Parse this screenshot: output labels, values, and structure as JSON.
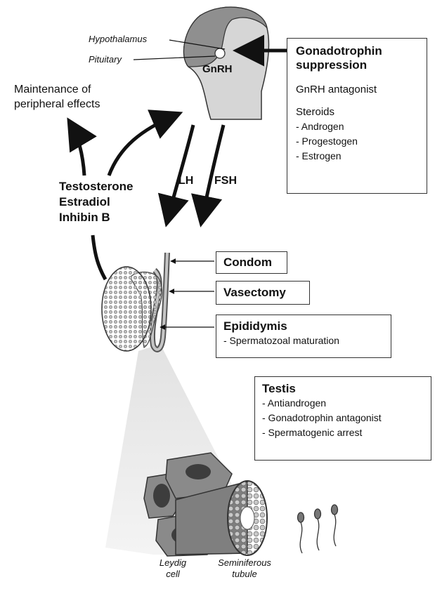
{
  "labels": {
    "hypothalamus": "Hypothalamus",
    "pituitary": "Pituitary",
    "gnrh": "GnRH",
    "peripheral": [
      "Maintenance of",
      "peripheral effects"
    ],
    "hormones": [
      "Testosterone",
      "Estradiol",
      "Inhibin B"
    ],
    "lh": "LH",
    "fsh": "FSH",
    "leydig": [
      "Leydig",
      "cell"
    ],
    "seminiferous": [
      "Seminiferous",
      "tubule"
    ]
  },
  "boxes": {
    "gonadotrophin": {
      "title": [
        "Gonadotrophin",
        "suppression"
      ],
      "antagonist": "GnRH antagonist",
      "steroids": "Steroids",
      "items": [
        "- Androgen",
        "- Progestogen",
        "- Estrogen"
      ]
    },
    "condom": {
      "title": "Condom"
    },
    "vasectomy": {
      "title": "Vasectomy"
    },
    "epididymis": {
      "title": "Epididymis",
      "items": [
        "- Spermatozoal maturation"
      ]
    },
    "testis": {
      "title": "Testis",
      "items": [
        "- Antiandrogen",
        "- Gonadotrophin antagonist",
        "- Spermatogenic arrest"
      ]
    }
  },
  "colors": {
    "ink": "#111111",
    "head": "#8f8f8f",
    "face": "#d6d6d6",
    "cell": "#8a8a8a",
    "nucleus": "#3d3d3d",
    "cone": "#d9d9d9"
  }
}
